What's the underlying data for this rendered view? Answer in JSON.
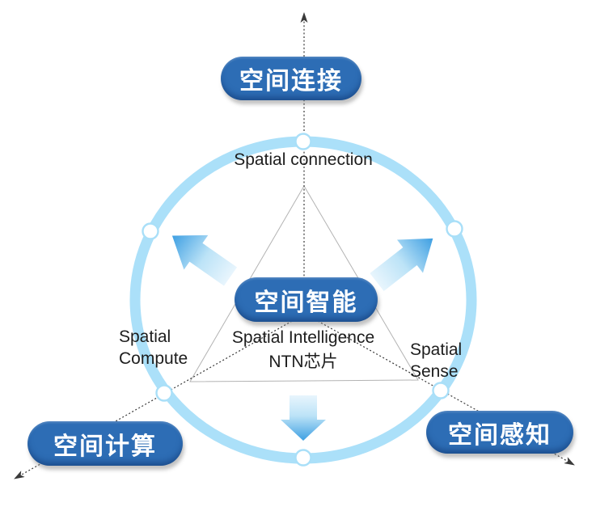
{
  "colors": {
    "pill_blue": "#2D6DB5",
    "pill_text": "#FFFFFF",
    "ring_blue": "#ABE0F9",
    "node_fill": "#FFFFFF",
    "arrow_gradient_start": "#E8F5FD",
    "arrow_gradient_mid": "#BCE3F7",
    "arrow_gradient_end": "#3E9FE2",
    "triangle_gray": "#B3B3B3",
    "axis_color": "#3A3A3A",
    "label_text": "#1D1D1D"
  },
  "center": {
    "pill_label": "空间智能",
    "sub_label_line1": "Spatial Intelligence",
    "sub_label_line2": "NTN芯片"
  },
  "top": {
    "pill_label": "空间连接",
    "sub_label": "Spatial connection"
  },
  "bottom_left": {
    "pill_label": "空间计算",
    "sub_label_line1": "Spatial",
    "sub_label_line2": "Compute"
  },
  "bottom_right": {
    "pill_label": "空间感知",
    "sub_label_line1": "Spatial",
    "sub_label_line2": "Sense"
  }
}
